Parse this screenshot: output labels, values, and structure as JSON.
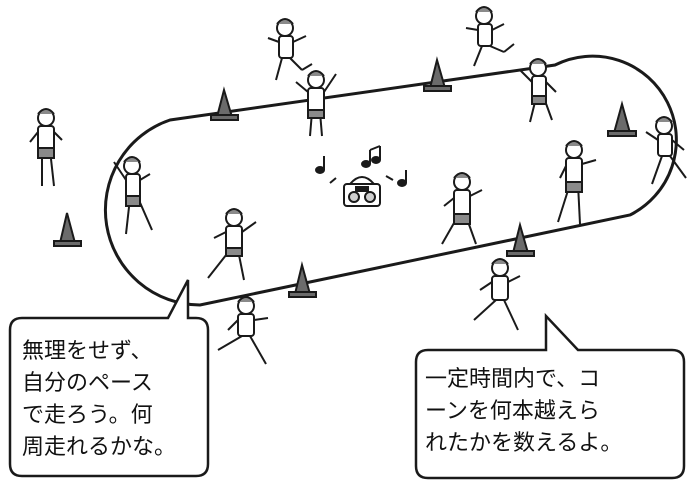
{
  "illustration": {
    "subject": "children running laps on an oval course marked with cones while music plays",
    "elements": [
      "oval-track",
      "traffic-cones",
      "running-children",
      "radio",
      "music-notes"
    ]
  },
  "bubbles": {
    "left": {
      "lines": [
        "無理をせず、",
        "自分のペース",
        "で走ろう。何",
        "周走れるかな。"
      ]
    },
    "right": {
      "lines": [
        "一定時間内で、コ",
        "ーンを何本越えら",
        "れたかを数えるよ。"
      ]
    }
  },
  "colors": {
    "line": "#1a1a1a",
    "cone": "#6b6b6b",
    "bubble_fill": "#ffffff"
  },
  "icons": {
    "cone": "traffic-cone-icon",
    "radio": "radio-icon",
    "note": "music-note-icon"
  }
}
